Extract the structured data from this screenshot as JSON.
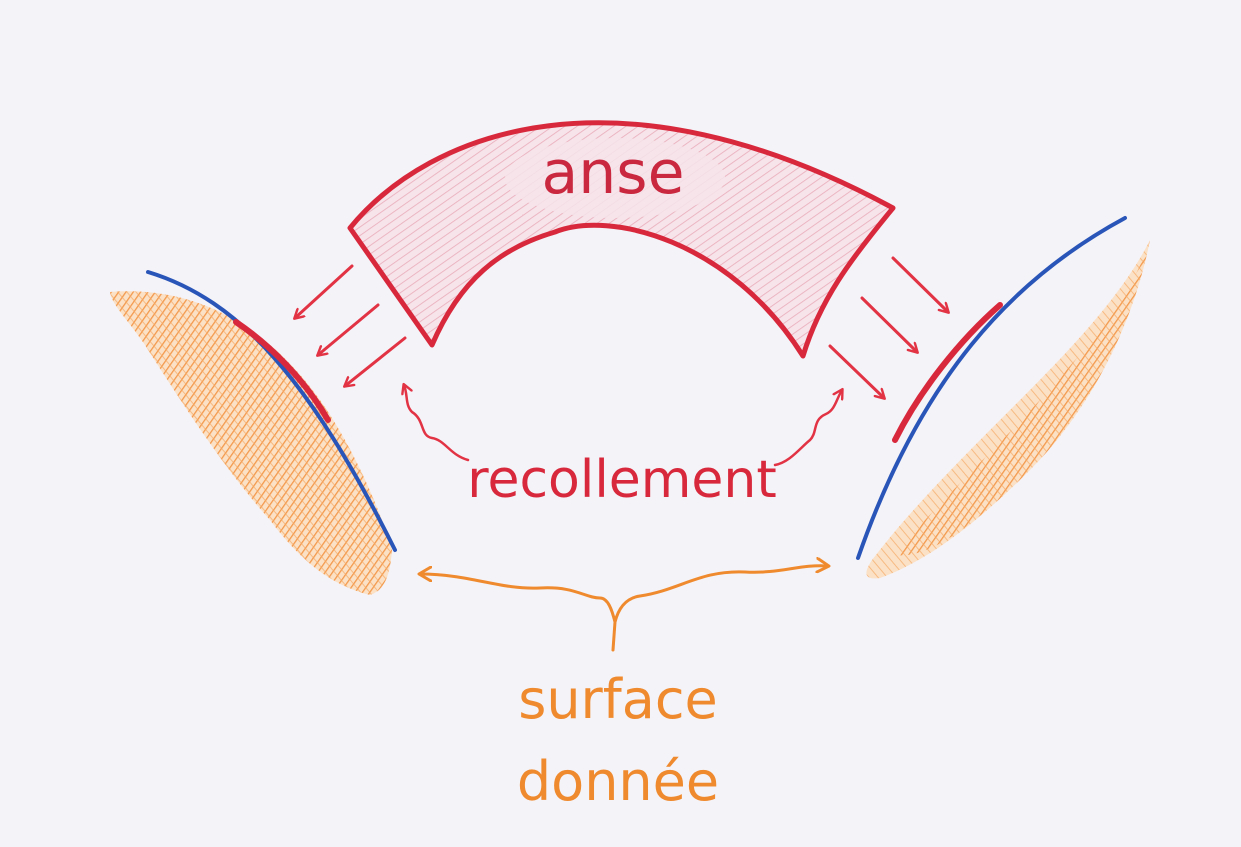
{
  "diagram": {
    "handle_label": "anse",
    "gluing_label": "recollement",
    "surface_label_line1": "surface",
    "surface_label_line2": "donnée"
  },
  "colors": {
    "paper": "#f4f3f8",
    "handle_red": "#d8293c",
    "handle_fill": "#e7a3b3",
    "surface_orange": "#f29a45",
    "boundary_blue": "#2a55b8",
    "label_orange": "#ef8a2e"
  }
}
